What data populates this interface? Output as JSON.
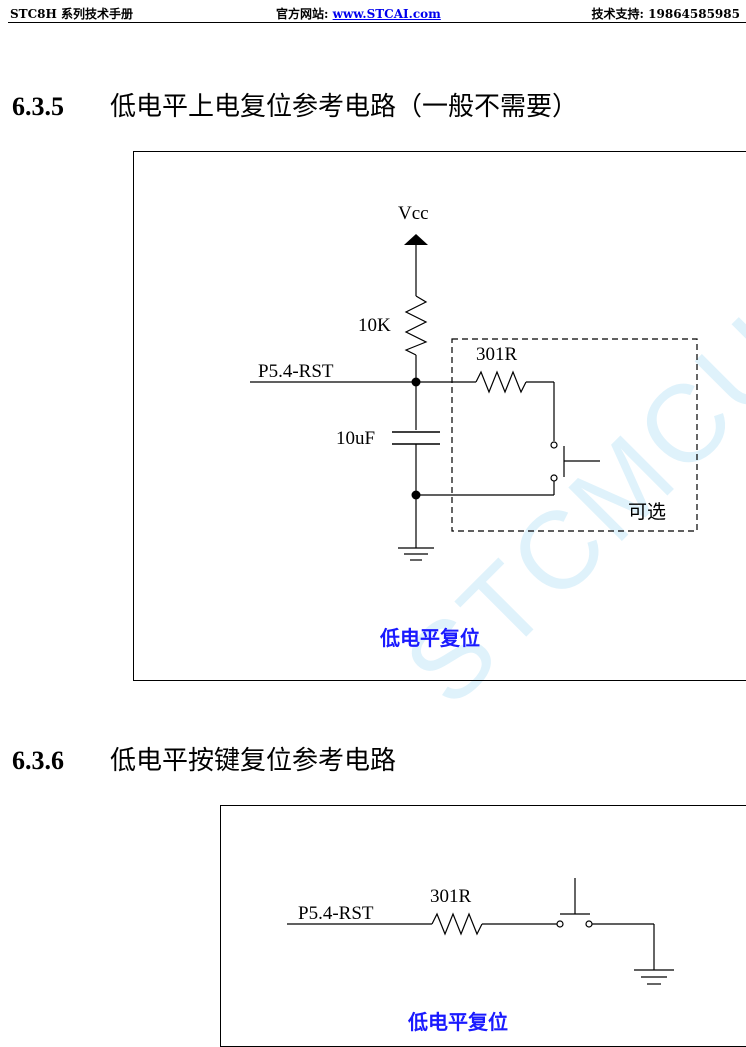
{
  "header": {
    "left": "STC8H 系列技术手册",
    "center_prefix": "官方网站: ",
    "center_link": "www.STCAI.com",
    "right": "技术支持: 19864585985"
  },
  "watermark": "STCMCU",
  "section1": {
    "number": "6.3.5",
    "title": "低电平上电复位参考电路（一般不需要）",
    "labels": {
      "vcc": "Vcc",
      "r1": "10K",
      "pin": "P5.4-RST",
      "r2": "301R",
      "cap": "10uF",
      "optional": "可选"
    },
    "caption": "低电平复位"
  },
  "section2": {
    "number": "6.3.6",
    "title": "低电平按键复位参考电路",
    "labels": {
      "pin": "P5.4-RST",
      "r": "301R"
    },
    "caption": "低电平复位"
  },
  "colors": {
    "caption": "#1a1aff",
    "link": "#0000ee",
    "watermark": "#dff2fb"
  }
}
